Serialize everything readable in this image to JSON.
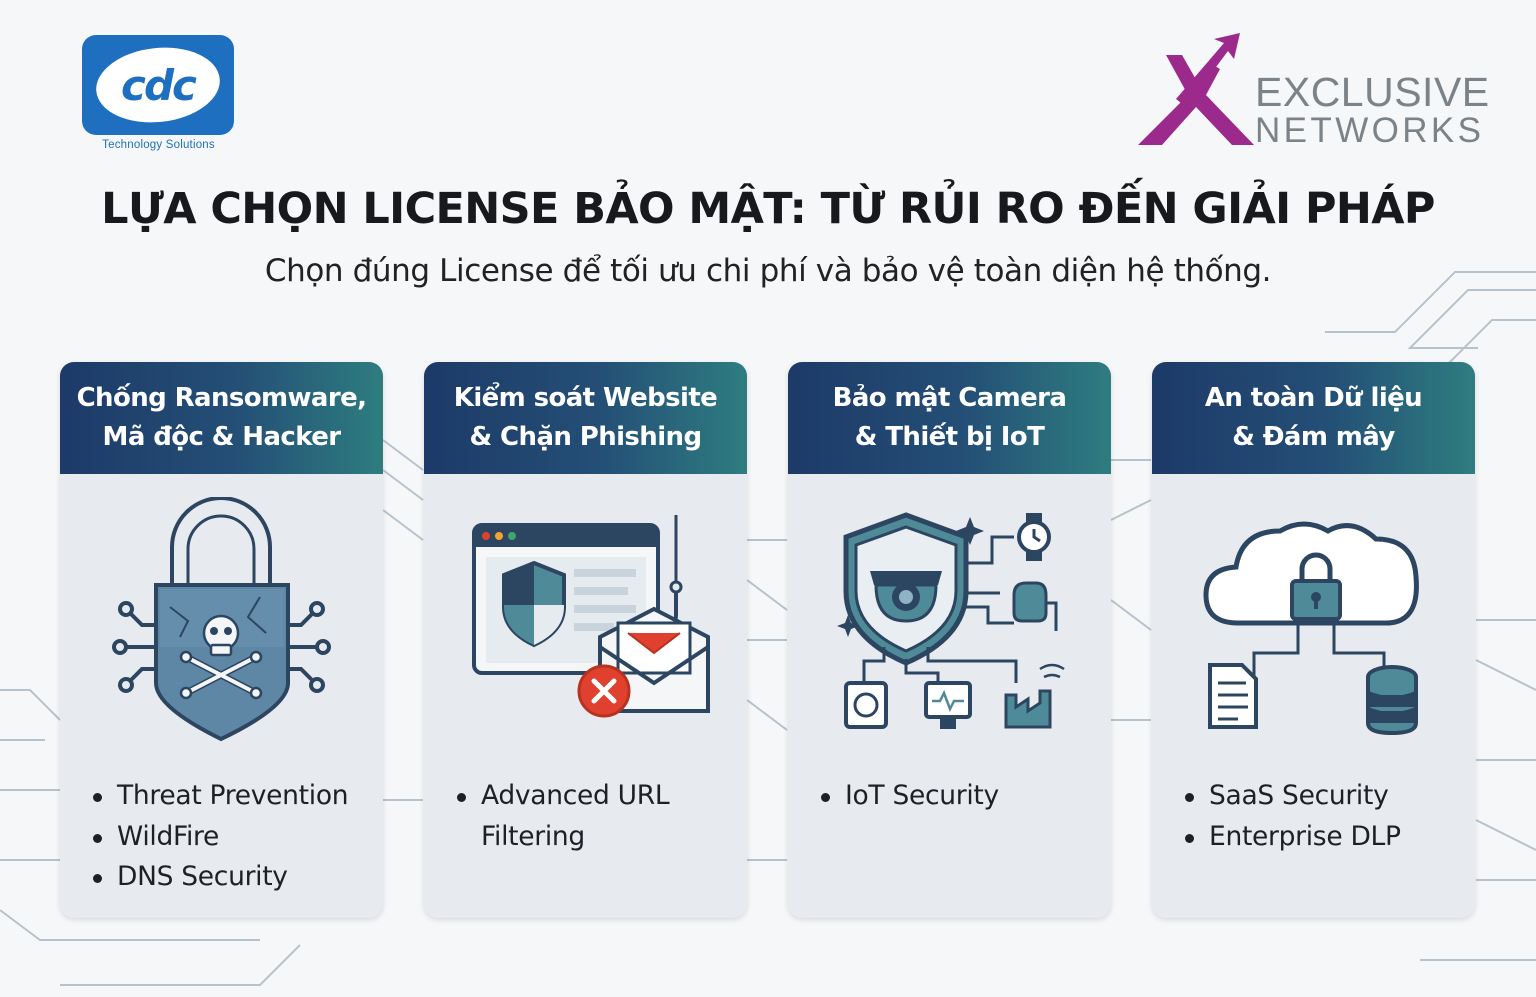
{
  "logos": {
    "cdc": {
      "mark": "cdc",
      "tagline": "Technology Solutions",
      "color": "#1e6fc0"
    },
    "exclusive": {
      "line1": "EXCLUSIVE",
      "line2": "NETWORKS",
      "color": "#9c2a8c"
    }
  },
  "header": {
    "title": "LỰA CHỌN LICENSE BẢO MẬT: TỪ RỦI RO ĐẾN GIẢI PHÁP",
    "subtitle": "Chọn đúng License để tối ưu chi phí và bảo vệ toàn diện hệ thống."
  },
  "cards": [
    {
      "title_line1": "Chống Ransomware,",
      "title_line2": "Mã độc & Hacker",
      "icon": "skull-lock-shield-icon",
      "items": [
        "Threat Prevention",
        "WildFire",
        "DNS Security"
      ]
    },
    {
      "title_line1": "Kiểm soát Website",
      "title_line2": "& Chặn Phishing",
      "icon": "browser-phishing-icon",
      "items": [
        "Advanced URL",
        "Filtering"
      ]
    },
    {
      "title_line1": "Bảo mật Camera",
      "title_line2": "& Thiết bị IoT",
      "icon": "camera-shield-iot-icon",
      "items": [
        "IoT Security"
      ]
    },
    {
      "title_line1": "An toàn Dữ liệu",
      "title_line2": "& Đám mây",
      "icon": "cloud-lock-data-icon",
      "items": [
        "SaaS Security",
        "Enterprise DLP"
      ]
    }
  ],
  "colors": {
    "header_start": "#1d3a68",
    "header_end": "#2e7d80",
    "icon_navy": "#2c4560",
    "icon_teal": "#4f8a98",
    "alert_red": "#e0402e"
  }
}
